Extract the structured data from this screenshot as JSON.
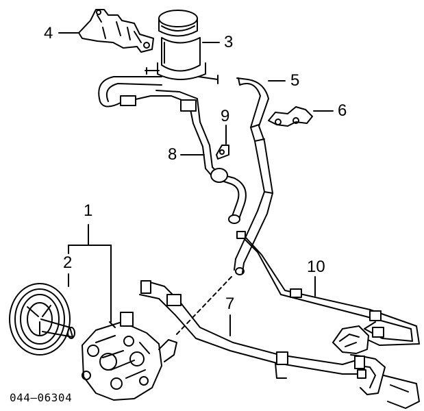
{
  "diagram": {
    "callouts": [
      {
        "id": "c1",
        "label": "1"
      },
      {
        "id": "c2",
        "label": "2"
      },
      {
        "id": "c3",
        "label": "3"
      },
      {
        "id": "c4",
        "label": "4"
      },
      {
        "id": "c5",
        "label": "5"
      },
      {
        "id": "c6",
        "label": "6"
      },
      {
        "id": "c7",
        "label": "7"
      },
      {
        "id": "c8",
        "label": "8"
      },
      {
        "id": "c9",
        "label": "9"
      },
      {
        "id": "c10",
        "label": "10"
      }
    ],
    "part_number": "044–06304"
  }
}
